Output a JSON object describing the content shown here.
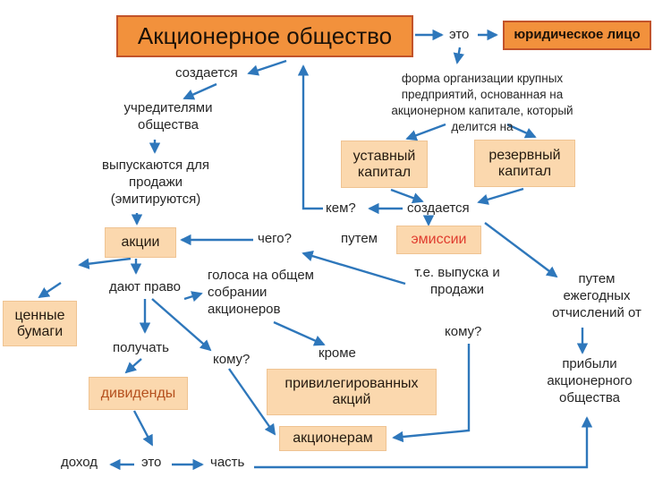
{
  "diagram": {
    "title": "Акционерное общество",
    "boxes": {
      "legal_entity": "юридическое лицо",
      "charter_capital": "уставный капитал",
      "reserve_capital": "резервный капитал",
      "emission": "эмиссии",
      "shares": "акции",
      "securities": "ценные бумаги",
      "dividends": "дивиденды",
      "preferred_shares": "привилегированных акций",
      "shareholders": "акционерам"
    },
    "labels": {
      "eto_top": "это",
      "definition": "форма организации крупных предприятий, основанная на акционерном капитале, который делится на",
      "sozdaetsya_top": "создается",
      "founders": "учредителями общества",
      "issued_for_sale": "выпускаются для продажи (эмитируются)",
      "kem": "кем?",
      "sozdaetsya_mid": "создается",
      "putem": "путем",
      "chego": "чего?",
      "vypuska_prodazhi": "т.е. выпуска и продажи",
      "komu_right": "кому?",
      "annual_deductions": "путем ежегодных отчислений от",
      "profit": "прибыли акционерного общества",
      "votes": "голоса на общем собрании акционеров",
      "dayut_pravo": "дают право",
      "poluchat": "получать",
      "komu_left": "кому?",
      "krome": "кроме",
      "dokhod": "доход",
      "eto_bottom": "это",
      "chast": "часть"
    },
    "colors": {
      "strong_box_fill": "#F2913C",
      "strong_box_border": "#C2532A",
      "light_box_fill": "#FBD8AE",
      "light_box_border": "#EFC392",
      "arrow": "#2E77BB",
      "text": "#262626",
      "emission_text": "#E03C2E",
      "dividends_text": "#B5501E"
    }
  }
}
